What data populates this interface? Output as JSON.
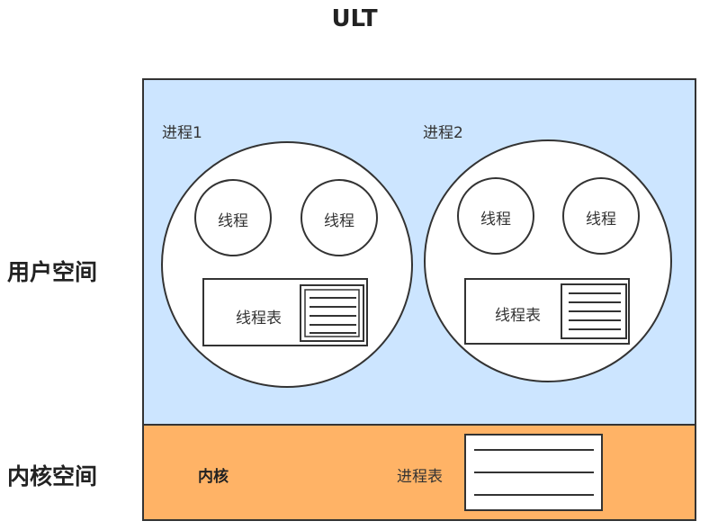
{
  "title": "ULT",
  "regions": {
    "user_space": {
      "label": "用户空间",
      "fill": "#cce5ff"
    },
    "kernel_space": {
      "label": "内核空间",
      "fill": "#ffb366"
    }
  },
  "processes": [
    {
      "label": "进程1",
      "threads": [
        "线程",
        "线程"
      ],
      "thread_table": "线程表"
    },
    {
      "label": "进程2",
      "threads": [
        "线程",
        "线程"
      ],
      "thread_table": "线程表"
    }
  ],
  "kernel": {
    "label": "内核",
    "process_table": "进程表"
  },
  "colors": {
    "stroke": "#333333",
    "node_fill": "#ffffff"
  }
}
